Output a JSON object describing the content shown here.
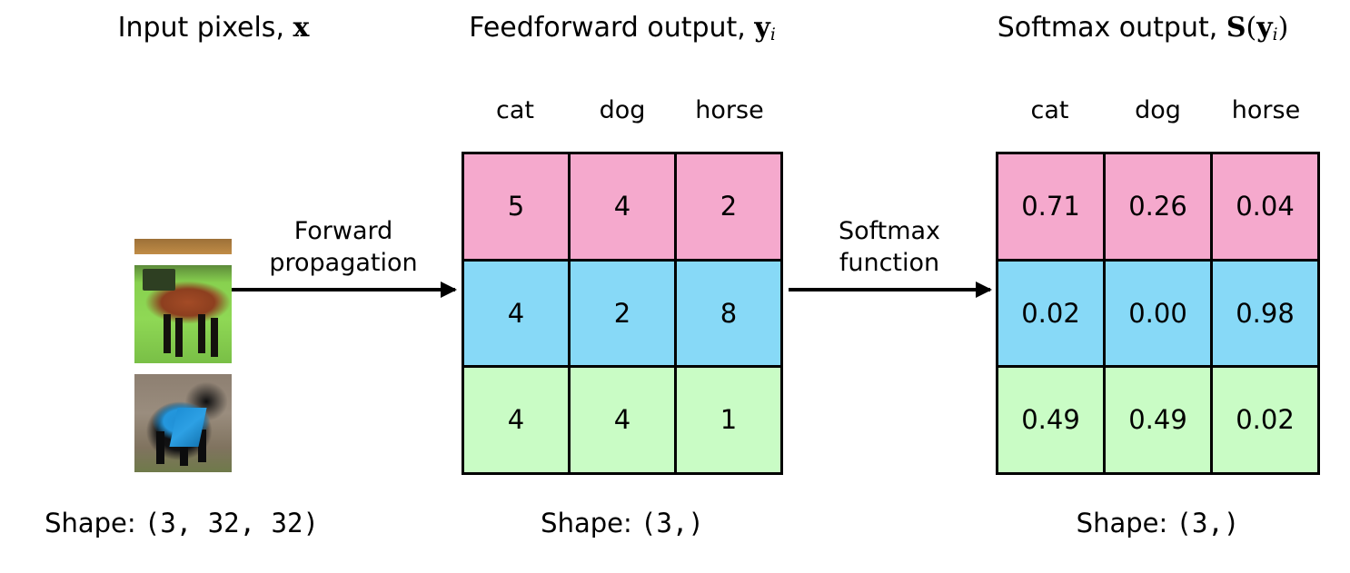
{
  "titles": {
    "input": {
      "text": "Input pixels, ",
      "symbol": "x"
    },
    "feedforward": {
      "text": "Feedforward output, ",
      "symbol": "y",
      "subscript": "i"
    },
    "softmax": {
      "text": "Softmax output, ",
      "symbol": "S",
      "open": "(",
      "vector": "y",
      "subscript": "i",
      "close": ")"
    }
  },
  "class_labels": [
    "cat",
    "dog",
    "horse"
  ],
  "arrows": {
    "forward": {
      "line1": "Forward",
      "line2": "propagation"
    },
    "softmax": {
      "line1": "Softmax",
      "line2": "function"
    }
  },
  "thumbnails": [
    {
      "name": "cat-image",
      "alt": "cat"
    },
    {
      "name": "horse-image",
      "alt": "horse"
    },
    {
      "name": "dog-image",
      "alt": "dog"
    }
  ],
  "tables": {
    "feedforward": {
      "columns": [
        "cat",
        "dog",
        "horse"
      ],
      "rows": [
        {
          "color": "pink",
          "values": [
            "5",
            "4",
            "2"
          ]
        },
        {
          "color": "blue",
          "values": [
            "4",
            "2",
            "8"
          ]
        },
        {
          "color": "green",
          "values": [
            "4",
            "4",
            "1"
          ]
        }
      ]
    },
    "softmax": {
      "columns": [
        "cat",
        "dog",
        "horse"
      ],
      "rows": [
        {
          "color": "pink",
          "values": [
            "0.71",
            "0.26",
            "0.04"
          ]
        },
        {
          "color": "blue",
          "values": [
            "0.02",
            "0.00",
            "0.98"
          ]
        },
        {
          "color": "green",
          "values": [
            "0.49",
            "0.49",
            "0.02"
          ]
        }
      ]
    }
  },
  "shapes": {
    "input_prefix": "Shape: ",
    "input_value": "(3, 32, 32)",
    "mid_prefix": "Shape: ",
    "mid_value": "(3,)",
    "right_prefix": "Shape: ",
    "right_value": "(3,)"
  },
  "colors": {
    "row_pink": "#f5a9cd",
    "row_blue": "#87d9f7",
    "row_green": "#c9fcc5",
    "border": "#000000",
    "background": "#ffffff"
  }
}
